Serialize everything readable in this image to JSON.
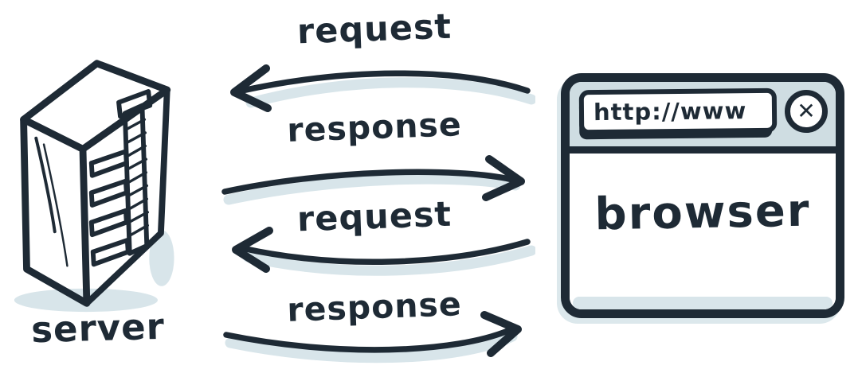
{
  "title": "server-browser request/response diagram",
  "colors": {
    "ink": "#1e2a35",
    "shade_blue": "#d8e5ea",
    "browser_header_bg": "#cfdde2",
    "background": "#ffffff"
  },
  "server": {
    "label": "server",
    "icon": "server-tower-icon"
  },
  "browser": {
    "label": "browser",
    "url": "http://www",
    "close_icon": "✕"
  },
  "arrows": [
    {
      "label": "request",
      "direction": "left",
      "from": "browser",
      "to": "server"
    },
    {
      "label": "response",
      "direction": "right",
      "from": "server",
      "to": "browser"
    },
    {
      "label": "request",
      "direction": "left",
      "from": "browser",
      "to": "server"
    },
    {
      "label": "response",
      "direction": "right",
      "from": "server",
      "to": "browser"
    }
  ]
}
